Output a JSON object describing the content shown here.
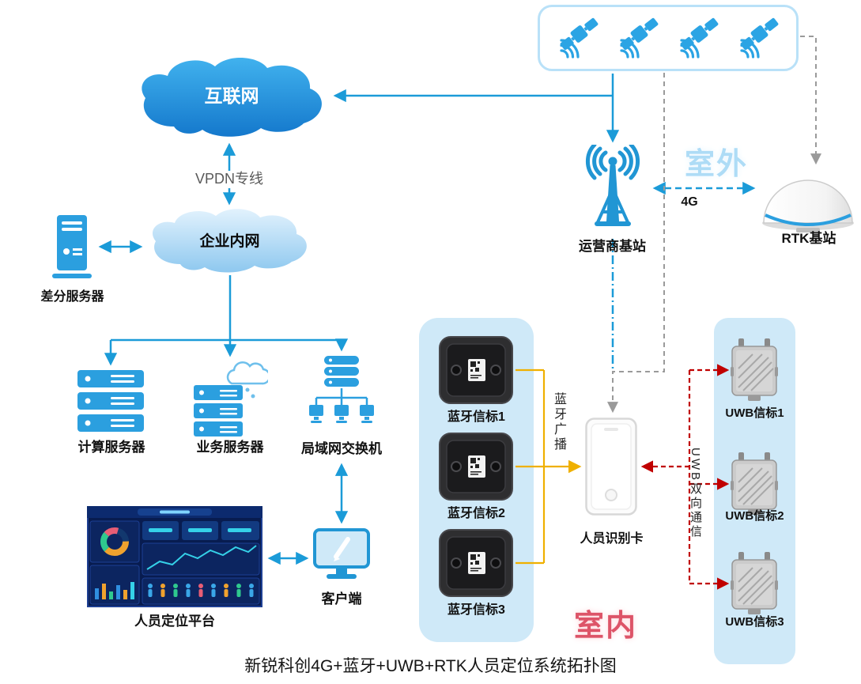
{
  "title": "新锐科创4G+蓝牙+UWB+RTK人员定位系统拓扑图",
  "labels": {
    "internet": "互联网",
    "vpdn_line": "VPDN专线",
    "intranet": "企业内网",
    "diff_server": "差分服务器",
    "compute_server": "计算服务器",
    "business_server": "业务服务器",
    "lan_switch": "局域网交换机",
    "positioning_platform": "人员定位平台",
    "client": "客户端",
    "carrier_base_station": "运营商基站",
    "outdoor": "室外",
    "rtk_base_station": "RTK基站",
    "link_4g": "4G",
    "bt_beacon_1": "蓝牙信标1",
    "bt_beacon_2": "蓝牙信标2",
    "bt_beacon_3": "蓝牙信标3",
    "bt_broadcast": "蓝牙广播",
    "person_card": "人员识别卡",
    "uwb_beacon_1": "UWB信标1",
    "uwb_beacon_2": "UWB信标2",
    "uwb_beacon_3": "UWB信标3",
    "uwb_duplex": "UWB双向通信",
    "indoor": "室内"
  },
  "colors": {
    "blue_link": "#1b9bd8",
    "icon_blue": "#2b9fdf",
    "internet_cloud_top": "#41b2ee",
    "internet_cloud_bottom": "#1478cc",
    "intranet_cloud": "#9fd0f1",
    "panel_bg": "#cfe9f8",
    "satellite_box_border": "#b9e1f8",
    "outdoor_text": "#aedcf6",
    "indoor_text": "#dd5468",
    "bt_link_yellow": "#efb000",
    "uwb_link_red": "#c00000",
    "gnss_link_gray": "#9a9a9a"
  },
  "icons": {
    "satellite": "satellite-icon",
    "internet": "cloud-icon",
    "intranet": "cloud-icon",
    "diff_server": "server-tower-icon",
    "compute_server": "server-stack-icon",
    "business_server": "server-cloud-icon",
    "lan_switch": "switch-icon",
    "client": "monitor-icon",
    "carrier_station": "antenna-tower-icon",
    "rtk_station": "gnss-dome-icon",
    "bt_beacon": "bluetooth-beacon-icon",
    "person_card": "id-card-icon",
    "uwb_beacon": "uwb-beacon-icon",
    "platform": "dashboard-screenshot"
  }
}
